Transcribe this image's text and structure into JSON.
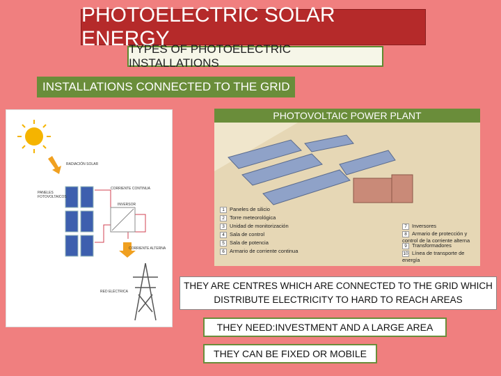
{
  "title": "PHOTOELECTRIC SOLAR ENERGY",
  "subtitle": "TYPES OF PHOTOELECTRIC INSTALLATIONS",
  "section": "INSTALLATIONS CONNECTED TO THE GRID",
  "diagram": {
    "radiation": "RADIACIÓN SOLAR",
    "panels": "PANELES FOTOVOLTAICOS",
    "dc": "CORRIENTE CONTINUA",
    "inverter": "INVERSOR",
    "ac": "CORRIENTE ALTERNA",
    "grid": "RED ELÉCTRICA"
  },
  "plant": {
    "title": "PHOTOVOLTAIC POWER PLANT",
    "legend": [
      {
        "n": "1",
        "text": "Paneles de silicio"
      },
      {
        "n": "2",
        "text": "Torre meteorológica"
      },
      {
        "n": "3",
        "text": "Unidad de monitorización"
      },
      {
        "n": "4",
        "text": "Sala de control"
      },
      {
        "n": "5",
        "text": "Sala de potencia"
      },
      {
        "n": "6",
        "text": "Armario de corriente continua"
      },
      {
        "n": "7",
        "text": "Inversores"
      },
      {
        "n": "8",
        "text": "Armario de protección y control de la corriente alterna"
      },
      {
        "n": "9",
        "text": "Transformadores"
      },
      {
        "n": "10",
        "text": "Línea de transporte de energía"
      }
    ]
  },
  "description": "THEY ARE CENTRES WHICH ARE CONNECTED TO THE GRID WHICH DISTRIBUTE ELECTRICITY TO HARD TO REACH AREAS",
  "need": "THEY NEED:INVESTMENT AND A LARGE AREA",
  "mobile": "THEY CAN BE FIXED OR MOBILE"
}
